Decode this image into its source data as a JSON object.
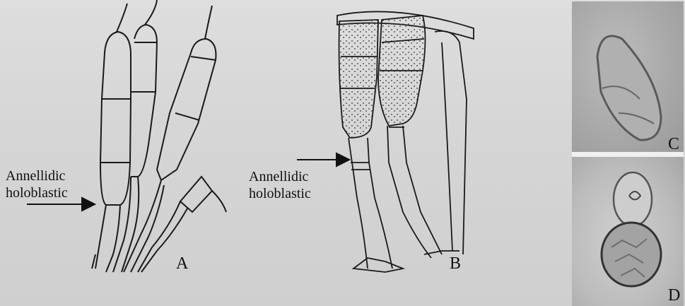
{
  "labels": {
    "panel_a_line1": "Annellidic",
    "panel_a_line2": "holoblastic",
    "panel_b_line1": "Annellidic",
    "panel_b_line2": "holoblastic"
  },
  "panel_letters": {
    "a": "A",
    "b": "B",
    "c": "C",
    "d": "D"
  }
}
